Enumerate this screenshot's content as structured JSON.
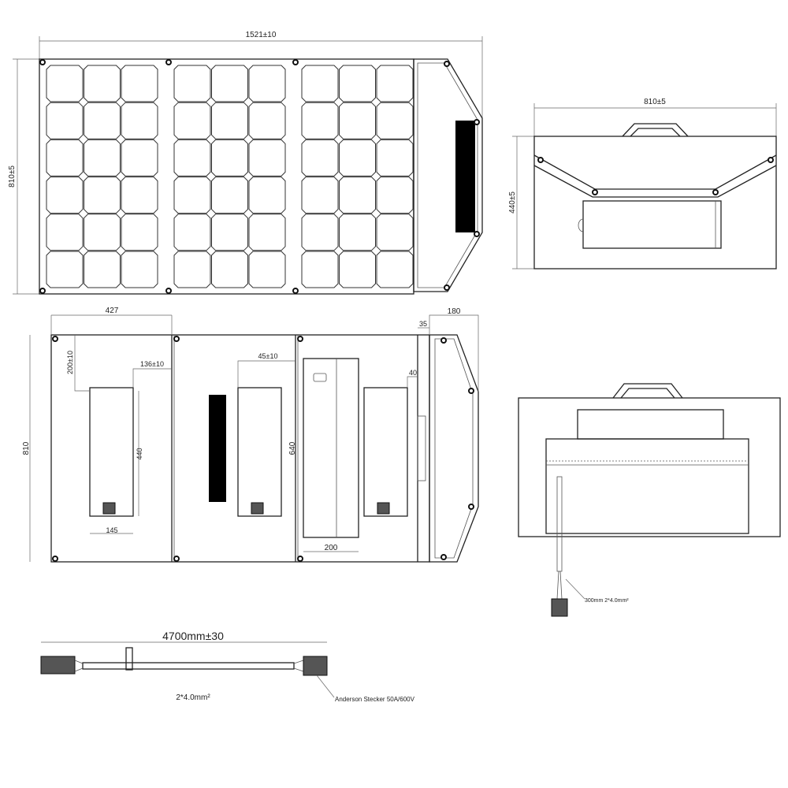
{
  "top_view": {
    "width_label": "1521±10",
    "height_label": "810±5"
  },
  "side_view": {
    "width_label": "810±5",
    "height_label": "440±5"
  },
  "back_view": {
    "panel_width": "427",
    "height": "810",
    "offset_top": "200±10",
    "offset_side": "136±10",
    "pocket_height": "440",
    "pocket_width": "145",
    "gap": "45±10",
    "box_height": "640",
    "box_width": "200",
    "pocket_gap": "40",
    "strip": "35",
    "flap": "180"
  },
  "front_view": {
    "cable_label": "300mm 2*4.0mm²"
  },
  "cable": {
    "length_label": "4700mm±30",
    "cross_section": "2*4.0mm²",
    "connector_label": "Anderson Stecker  50A/600V"
  }
}
